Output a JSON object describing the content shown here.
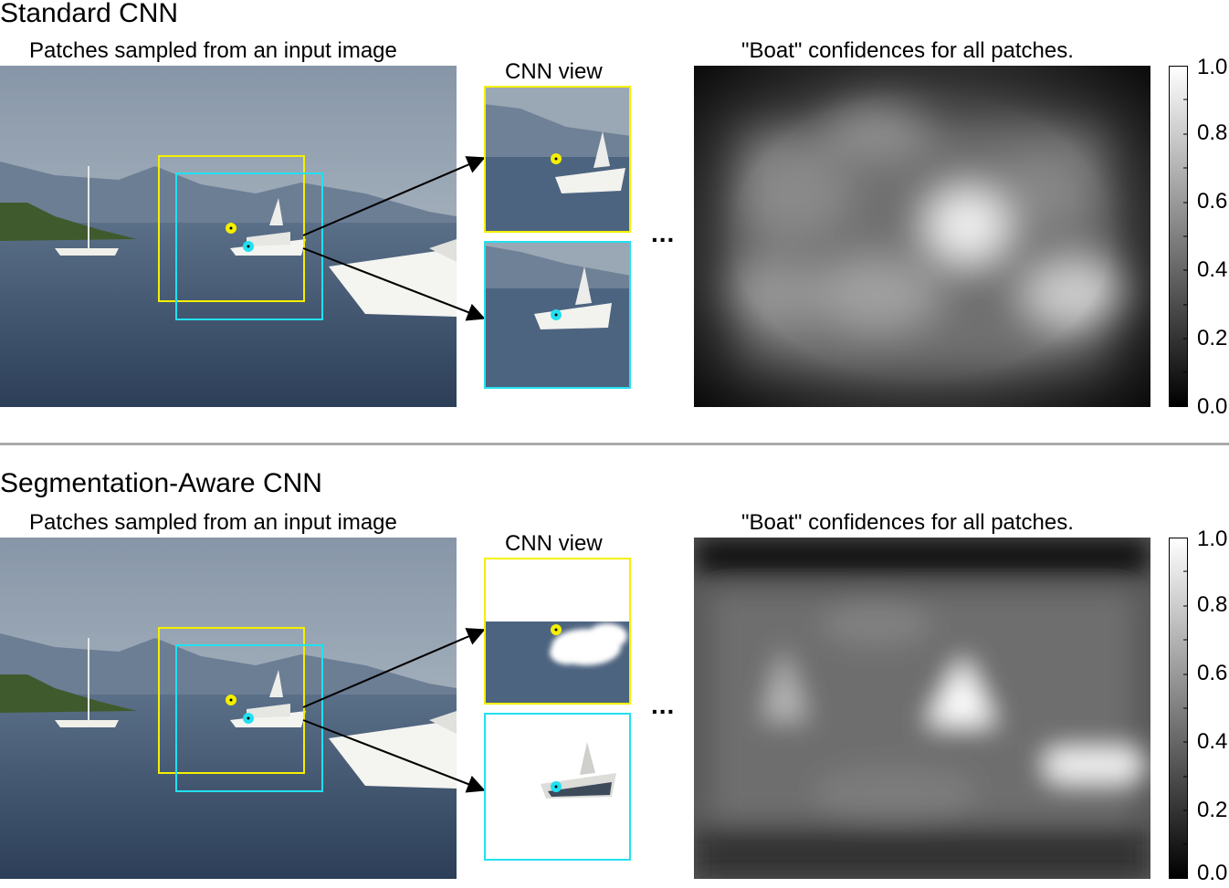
{
  "sections": [
    {
      "title": "Standard CNN",
      "input_label": "Patches sampled from an input image",
      "cnn_view_label": "CNN view",
      "ellipsis": "...",
      "heatmap_label": "\"Boat\" confidences for all patches.",
      "colorbar_ticks": [
        "1.0",
        "0.8",
        "0.6",
        "0.4",
        "0.2",
        "0.0"
      ]
    },
    {
      "title": "Segmentation-Aware CNN",
      "input_label": "Patches sampled from an input image",
      "cnn_view_label": "CNN view",
      "ellipsis": "...",
      "heatmap_label": "\"Boat\" confidences for all patches.",
      "colorbar_ticks": [
        "1.0",
        "0.8",
        "0.6",
        "0.4",
        "0.2",
        "0.0"
      ]
    }
  ],
  "colors": {
    "yellow_patch": "#f4f000",
    "cyan_patch": "#22e0f0",
    "divider": "#aaaaaa"
  }
}
